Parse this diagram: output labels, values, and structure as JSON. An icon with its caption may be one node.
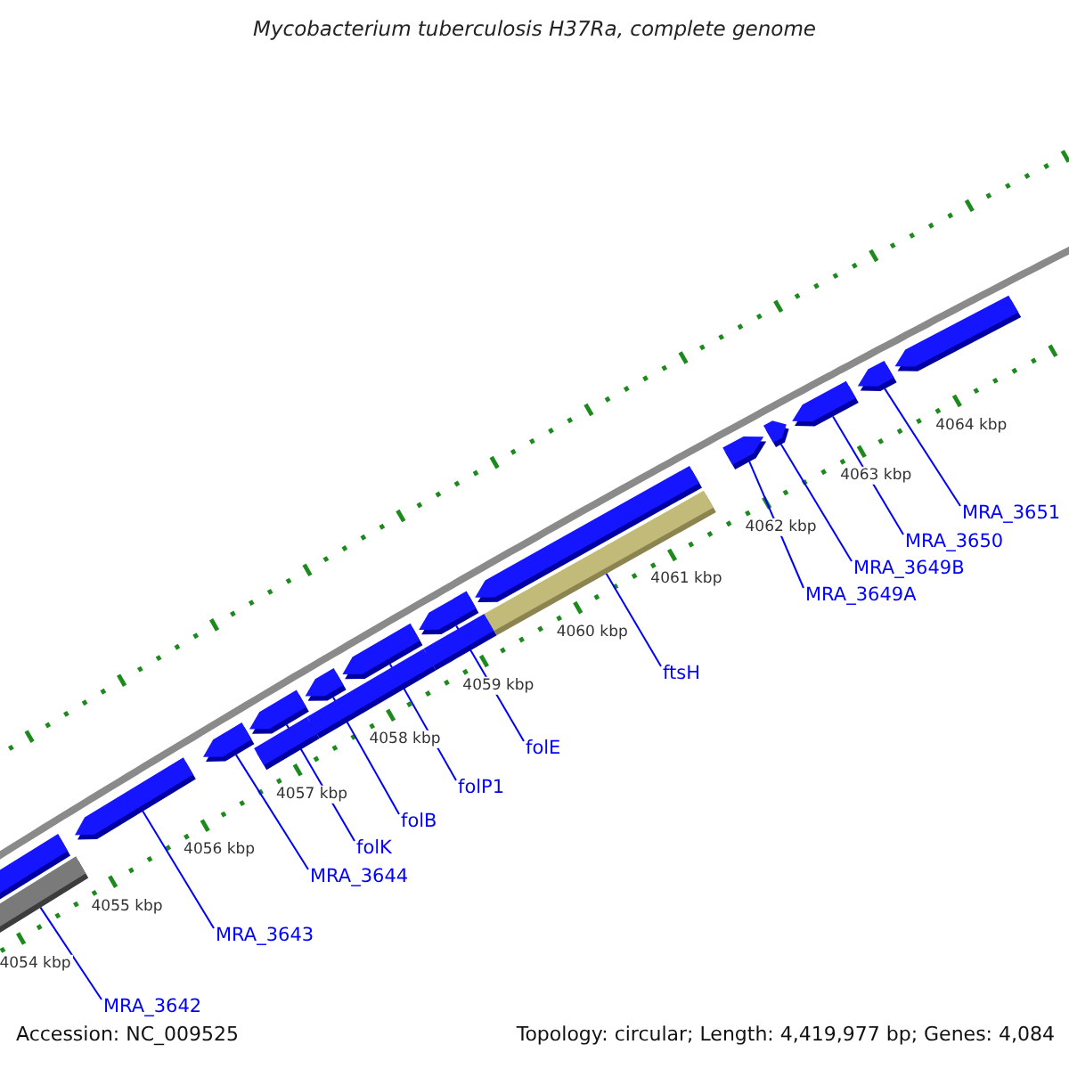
{
  "diagram": {
    "title": "Mycobacterium tuberculosis H37Ra, complete genome",
    "nodes": [
      {
        "text": [],
        "shape": "bar"
      },
      {
        "text": [],
        "shape": "bar"
      },
      {
        "text": [],
        "shape": "arrow"
      },
      {
        "text": [],
        "shape": "arrow"
      },
      {
        "text": [],
        "shape": "bar"
      },
      {
        "text": [],
        "shape": "arrow"
      },
      {
        "text": [],
        "shape": "bar"
      },
      {
        "text": [],
        "shape": "arrow"
      },
      {
        "text": [],
        "shape": "arrow"
      },
      {
        "text": [],
        "shape": "bar"
      },
      {
        "text": [],
        "shape": "arrow"
      },
      {
        "text": [],
        "shape": "arrow"
      },
      {
        "text": [],
        "shape": "bar"
      },
      {
        "text": [],
        "shape": "arrow"
      },
      {
        "text": [],
        "shape": "arrow"
      },
      {
        "text": [],
        "shape": "arrow"
      },
      {
        "text": [],
        "shape": "arrow"
      },
      {
        "text": [],
        "shape": "arrow"
      },
      {
        "text": [
          "MRA_3642"
        ]
      },
      {
        "text": [
          "MRA_3643"
        ]
      },
      {
        "text": [
          "MRA_3644"
        ]
      },
      {
        "text": [
          "folK"
        ]
      },
      {
        "text": [
          "folB"
        ]
      },
      {
        "text": [
          "folP1"
        ]
      },
      {
        "text": [
          "folE"
        ]
      },
      {
        "text": [
          "ftsH"
        ]
      },
      {
        "text": [
          "MRA_3649A"
        ]
      },
      {
        "text": [
          "MRA_3649B"
        ]
      },
      {
        "text": [
          "MRA_3650"
        ]
      },
      {
        "text": [
          "MRA_3651"
        ]
      }
    ],
    "edges": [
      {
        "from": 18,
        "to": 1,
        "arrow": "none"
      },
      {
        "from": 19,
        "to": 2,
        "arrow": "none"
      },
      {
        "from": 20,
        "to": 3,
        "arrow": "none"
      },
      {
        "from": 21,
        "to": 5,
        "arrow": "none"
      },
      {
        "from": 22,
        "to": 7,
        "arrow": "none"
      },
      {
        "from": 23,
        "to": 8,
        "arrow": "none"
      },
      {
        "from": 24,
        "to": 10,
        "arrow": "none"
      },
      {
        "from": 25,
        "to": 12,
        "arrow": "none"
      },
      {
        "from": 26,
        "to": 13,
        "arrow": "none"
      },
      {
        "from": 27,
        "to": 14,
        "arrow": "none"
      },
      {
        "from": 28,
        "to": 15,
        "arrow": "none"
      },
      {
        "from": 29,
        "to": 16,
        "arrow": "none"
      }
    ],
    "labels": [
      "4054 kbp",
      "4055 kbp",
      "4056 kbp",
      "4057 kbp",
      "4058 kbp",
      "4059 kbp",
      "4060 kbp",
      "4061 kbp",
      "4062 kbp",
      "4063 kbp",
      "4064 kbp",
      "Accession: NC_009525",
      "Topology: circular; Length: 4,419,977 bp; Genes: 4,084"
    ]
  }
}
